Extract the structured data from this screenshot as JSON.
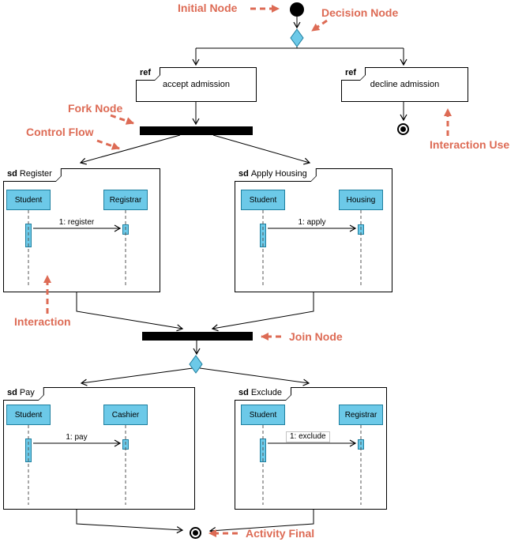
{
  "colors": {
    "node_fill": "#6CC9E8",
    "node_border": "#1E7F9F",
    "annotation": "#DD6B55",
    "line": "#000000"
  },
  "annotations": {
    "initial_node": "Initial Node",
    "decision_node": "Decision Node",
    "fork_node": "Fork Node",
    "control_flow": "Control Flow",
    "interaction_use": "Interaction Use",
    "interaction": "Interaction",
    "join_node": "Join Node",
    "activity_final": "Activity Final"
  },
  "ref_frames": {
    "accept": {
      "tag": "ref",
      "label": "accept admission"
    },
    "decline": {
      "tag": "ref",
      "label": "decline admission"
    }
  },
  "sd_frames": {
    "register": {
      "tag": "sd",
      "title": "Register",
      "lifelines": [
        "Student",
        "Registrar"
      ],
      "message": "1: register"
    },
    "apply_housing": {
      "tag": "sd",
      "title": "Apply Housing",
      "lifelines": [
        "Student",
        "Housing"
      ],
      "message": "1: apply"
    },
    "pay": {
      "tag": "sd",
      "title": "Pay",
      "lifelines": [
        "Student",
        "Cashier"
      ],
      "message": "1: pay"
    },
    "exclude": {
      "tag": "sd",
      "title": "Exclude",
      "lifelines": [
        "Student",
        "Registrar"
      ],
      "message": "1: exclude"
    }
  }
}
